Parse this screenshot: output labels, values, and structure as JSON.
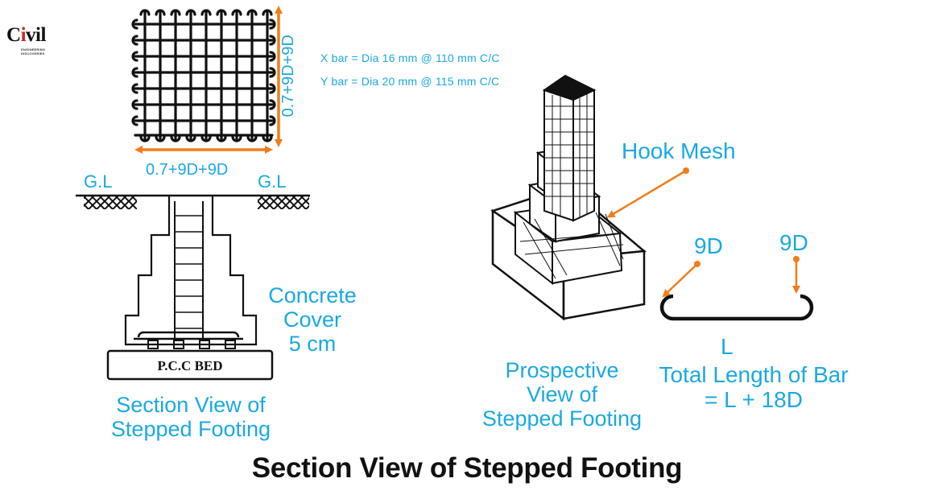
{
  "logo": {
    "prefix": "C",
    "tower": "i",
    "suffix": "vil",
    "sub": "ENGINEERING DISCOVERIES"
  },
  "mesh": {
    "dim_horizontal": "0.7+9D+9D",
    "dim_vertical": "0.7+9D+9D"
  },
  "specs": {
    "x_bar": "X bar = Dia 16 mm @ 110 mm C/C",
    "y_bar": "Y bar = Dia 20 mm @ 115 mm C/C"
  },
  "section": {
    "gl_left": "G.L",
    "gl_right": "G.L",
    "pcc_bed": "P.C.C BED",
    "cover_lines": [
      "Concrete",
      "Cover",
      "5 cm"
    ],
    "caption_lines": [
      "Section View of",
      "Stepped Footing"
    ]
  },
  "perspective": {
    "hook_mesh": "Hook Mesh",
    "caption_lines": [
      "Prospective",
      "View of",
      "Stepped Footing"
    ]
  },
  "bar": {
    "hook_left": "9D",
    "hook_right": "9D",
    "length": "L",
    "formula_lines": [
      "Total Length of Bar",
      "= L + 18D"
    ]
  },
  "title": "Section View of Stepped Footing",
  "colors": {
    "accent_blue": "#1aa9e0",
    "arrow_orange": "#f07d1a",
    "ink": "#111111"
  }
}
